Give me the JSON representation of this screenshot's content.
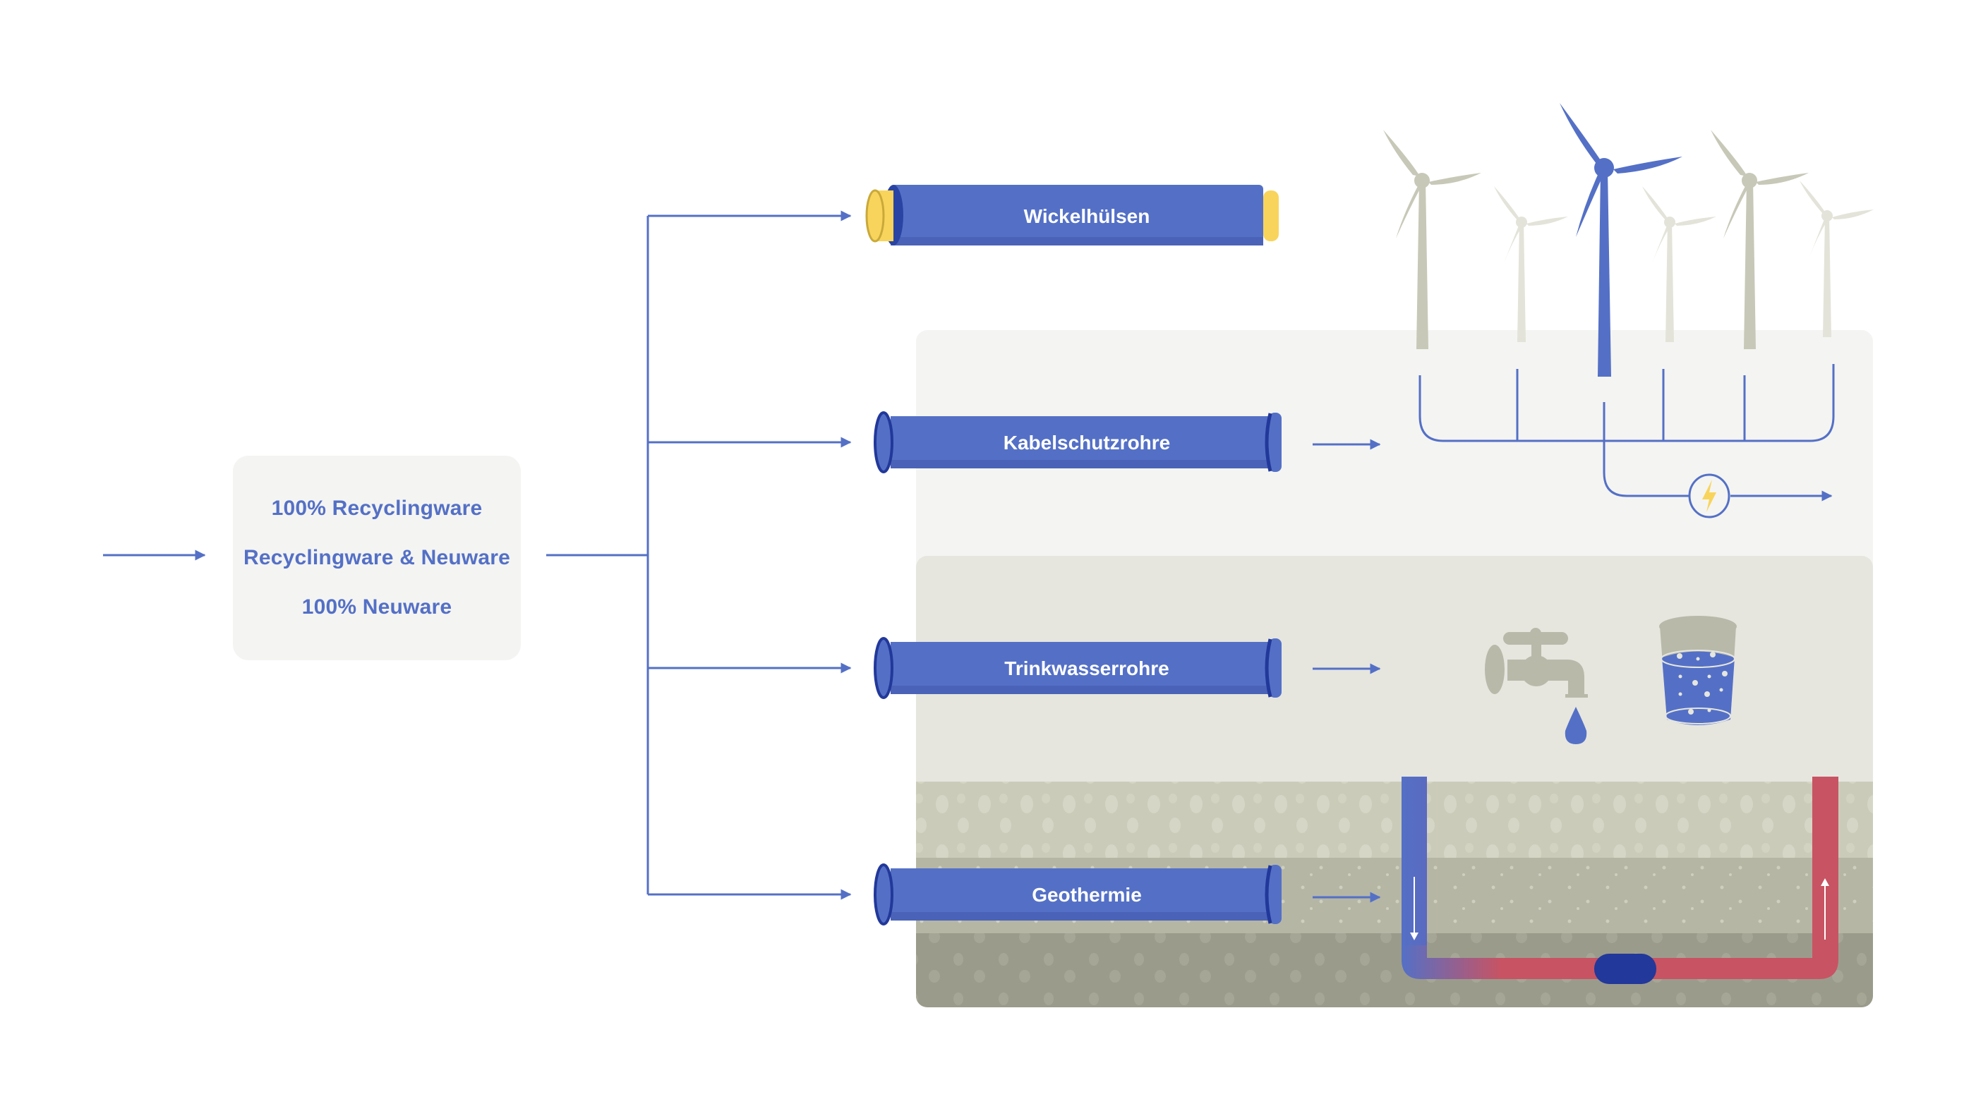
{
  "source_box": {
    "options": [
      "100% Recyclingware",
      "Recyclingware & Neuware",
      "100% Neuware"
    ]
  },
  "products": [
    {
      "id": "wickelhuelsen",
      "label": "Wickelhülsen",
      "end_color": "#f8d45c"
    },
    {
      "id": "kabelschutzrohre",
      "label": "Kabelschutzrohre",
      "end_color": "#5470c6"
    },
    {
      "id": "trinkwasserrohre",
      "label": "Trinkwasserrohre",
      "end_color": "#5470c6"
    },
    {
      "id": "geothermie",
      "label": "Geothermie",
      "end_color": "#5470c6"
    }
  ],
  "applications": {
    "wind_park": {
      "icon": "wind-turbine-icon",
      "output_icon": "lightning-bolt-icon"
    },
    "drinking_water": {
      "icons": [
        "water-tap-icon",
        "water-drop-icon",
        "water-glass-icon"
      ]
    },
    "geothermal": {
      "icons": [
        "geothermal-loop-icon",
        "heat-exchanger-icon"
      ]
    }
  },
  "colors": {
    "accent_blue": "#5470c6",
    "dark_blue": "#22389a",
    "yellow": "#f8d45c",
    "hot_red": "#c85363",
    "turbine_gray": "#c8c8b8",
    "panel_light": "#f4f4f2",
    "panel_mid": "#e6e6df",
    "soil_1": "#cbcbba",
    "soil_2": "#b6b6a5",
    "soil_3": "#9b9b8c"
  }
}
